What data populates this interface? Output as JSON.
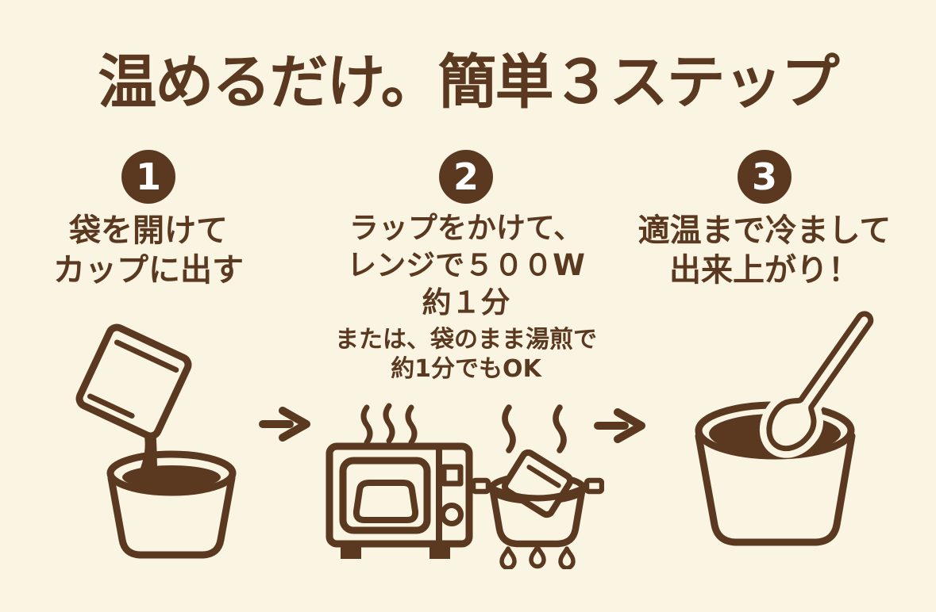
{
  "title": "温めるだけ。簡単３ステップ",
  "colors": {
    "background": "#FAF5E2",
    "ink_brown": "#5A3920",
    "badge_number": "#FFFFFF"
  },
  "steps": [
    {
      "number": "1",
      "line1": "袋を開けて",
      "line2": "カップに出す",
      "icon": "pouch-pouring-into-cup"
    },
    {
      "number": "2",
      "line1": "ラップをかけて、",
      "line2": "レンジで５００W",
      "line3": "約１分",
      "sub1": "または、袋のまま湯煎で",
      "sub2": "約1分でもOK",
      "icons": [
        "steam",
        "microwave",
        "pot-hot-water-bath",
        "flames"
      ]
    },
    {
      "number": "3",
      "line1": "適温まで冷まして",
      "line2": "出来上がり！",
      "icon": "cup-with-spoon"
    }
  ],
  "arrows": {
    "icon": "right-arrow",
    "count": 2
  }
}
